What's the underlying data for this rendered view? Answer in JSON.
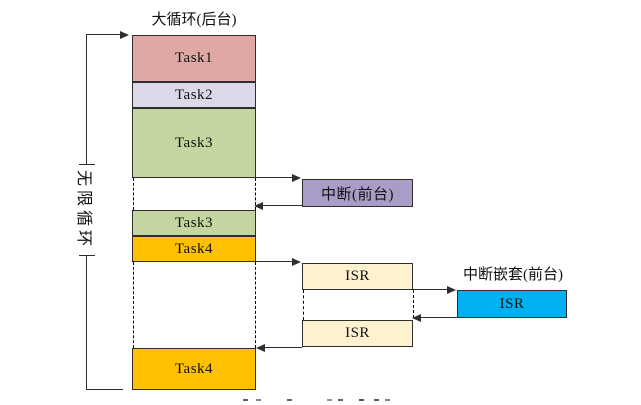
{
  "diagram": {
    "title": "大循环(后台)",
    "loop_label": "无限循环",
    "nested_interrupt_label": "中断嵌套(前台)",
    "boxes": {
      "task1": {
        "label": "Task1",
        "color": "#dfa8a5"
      },
      "task2": {
        "label": "Task2",
        "color": "#dbd8e9"
      },
      "task3a": {
        "label": "Task3",
        "color": "#c3d69f"
      },
      "task3b": {
        "label": "Task3",
        "color": "#c3d69f"
      },
      "task4a": {
        "label": "Task4",
        "color": "#fdc101"
      },
      "task4b": {
        "label": "Task4",
        "color": "#fdc101"
      },
      "interrupt": {
        "label": "中断(前台)",
        "color": "#a99dc8"
      },
      "isr1": {
        "label": "ISR",
        "color": "#fdf2d0"
      },
      "isr2": {
        "label": "ISR",
        "color": "#fdf2d0"
      },
      "isr_nested": {
        "label": "ISR",
        "color": "#00b0f0"
      }
    },
    "line_color": "#2e2e2e"
  }
}
